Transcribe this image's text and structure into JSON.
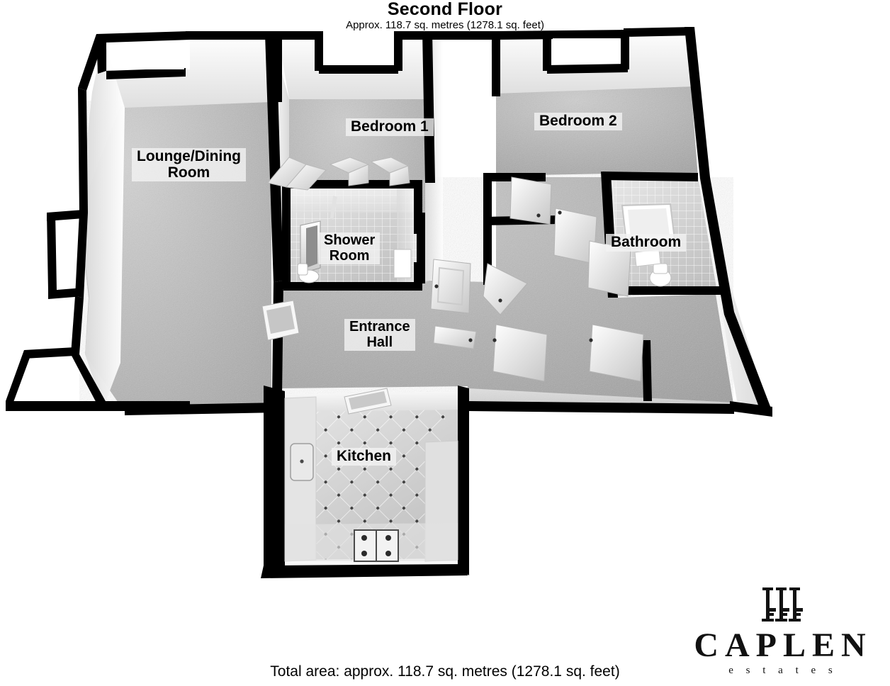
{
  "header": {
    "title": "Second Floor",
    "approx_area": "Approx. 118.7 sq. metres (1278.1 sq. feet)"
  },
  "footer": {
    "total_area": "Total area: approx. 118.7 sq. metres (1278.1 sq. feet)"
  },
  "logo": {
    "brand": "CAPLEN",
    "tagline": "e s t a t e s",
    "icon": "three-keys-icon"
  },
  "floorplan": {
    "type": "3d-isometric-floor-plan",
    "palette": {
      "wall_outline": "#000000",
      "wall_face_light": "#ffffff",
      "wall_face_shade": "#d8d8d8",
      "floor_carpet": "#b9b9b9",
      "floor_tile": "#d2d2d2",
      "label_bg": "#f3f3f3",
      "text": "#000000"
    },
    "rooms": [
      {
        "id": "lounge-dining-room",
        "label": "Lounge/Dining\nRoom",
        "floor": "carpet"
      },
      {
        "id": "bedroom-1",
        "label": "Bedroom 1",
        "floor": "carpet"
      },
      {
        "id": "bedroom-2",
        "label": "Bedroom 2",
        "floor": "carpet"
      },
      {
        "id": "shower-room",
        "label": "Shower\nRoom",
        "floor": "tile"
      },
      {
        "id": "bathroom",
        "label": "Bathroom",
        "floor": "tile"
      },
      {
        "id": "entrance-hall",
        "label": "Entrance\nHall",
        "floor": "carpet"
      },
      {
        "id": "kitchen",
        "label": "Kitchen",
        "floor": "tile"
      }
    ],
    "fixtures": [
      "bath-tub",
      "bathroom-toilet",
      "bathroom-sink",
      "shower-cubicle",
      "shower-room-toilet",
      "shower-room-basin",
      "kitchen-sink",
      "kitchen-hob",
      "kitchen-counter",
      "kitchen-radiator",
      "entrance-hall-radiator",
      "bay-window-lounge",
      "bay-window-bedroom-1",
      "bay-window-bedroom-2",
      "cupboard-door",
      "internal-door"
    ]
  }
}
